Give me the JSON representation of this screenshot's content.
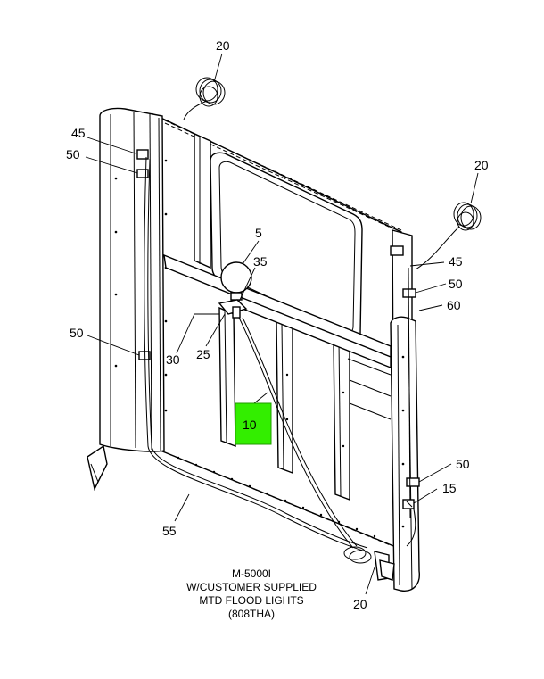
{
  "callouts": {
    "c20_top": "20",
    "c45_left": "45",
    "c50_left_upper": "50",
    "c50_left_lower": "50",
    "c20_right": "20",
    "c5": "5",
    "c35": "35",
    "c45_right": "45",
    "c50_right_upper": "50",
    "c60": "60",
    "c25": "25",
    "c30": "30",
    "c10": "10",
    "c50_right_lower": "50",
    "c15": "15",
    "c55": "55",
    "c20_bottom": "20"
  },
  "highlight_color": "#33ee00",
  "caption": {
    "line1": "M-5000I",
    "line2": "W/CUSTOMER SUPPLIED",
    "line3": "MTD FLOOD LIGHTS",
    "line4": "(808THA)"
  }
}
